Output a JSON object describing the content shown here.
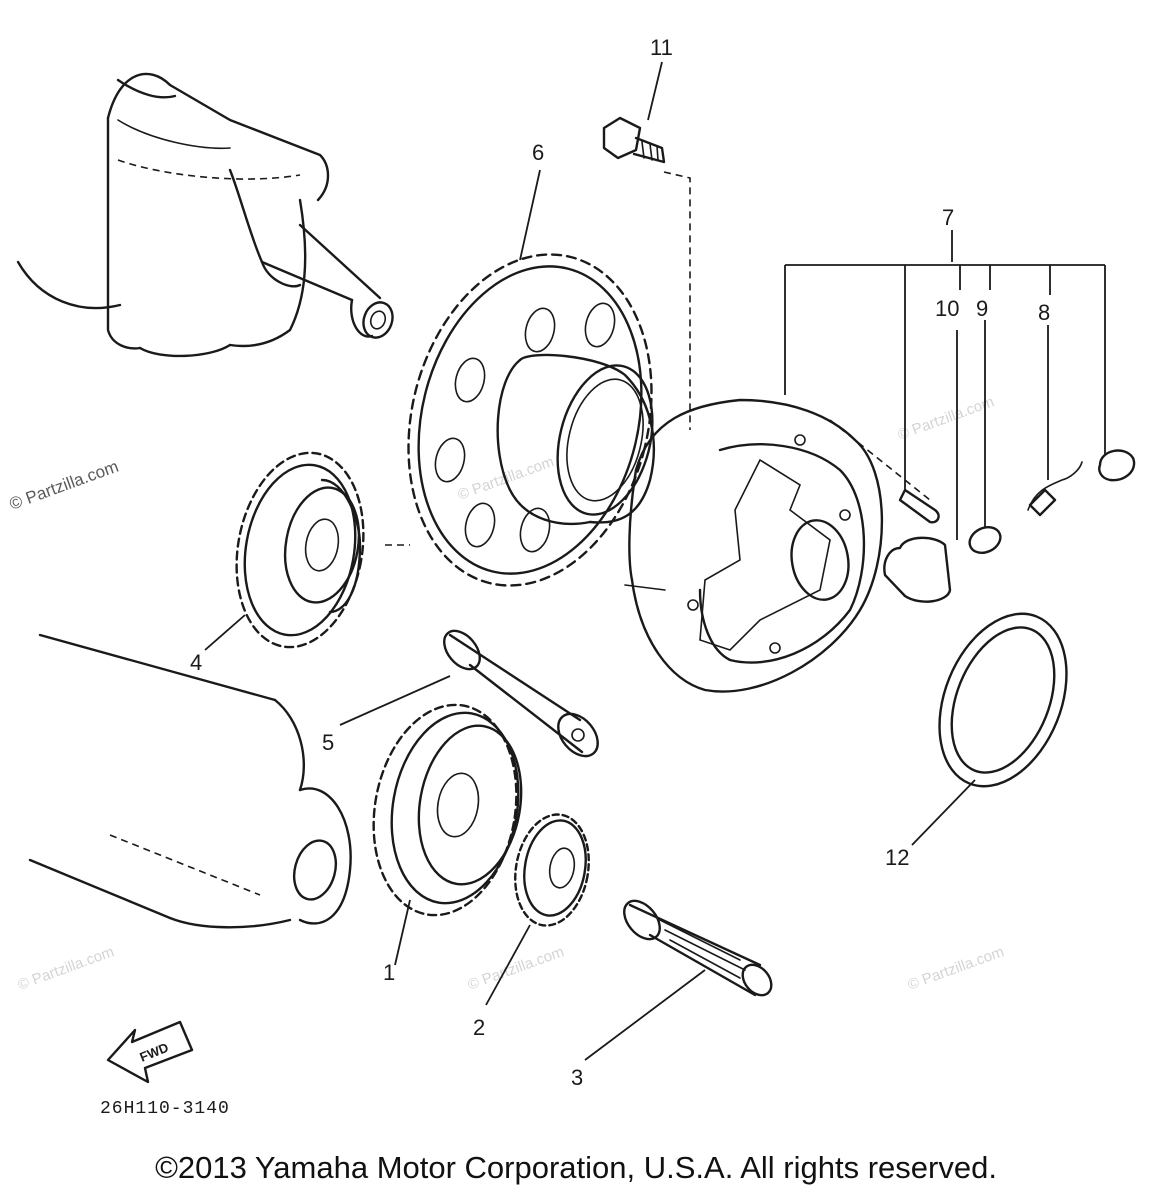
{
  "diagram": {
    "callouts": [
      "1",
      "2",
      "3",
      "4",
      "5",
      "6",
      "7",
      "8",
      "9",
      "10",
      "11",
      "12"
    ],
    "direction_label": "FWD",
    "part_code": "26H110-3140",
    "copyright": "©2013 Yamaha Motor Corporation, U.S.A. All rights reserved.",
    "watermark": "© Partzilla.com",
    "colors": {
      "line": "#1a1a1a",
      "background": "#ffffff",
      "watermark": "#d4d4d4"
    }
  }
}
